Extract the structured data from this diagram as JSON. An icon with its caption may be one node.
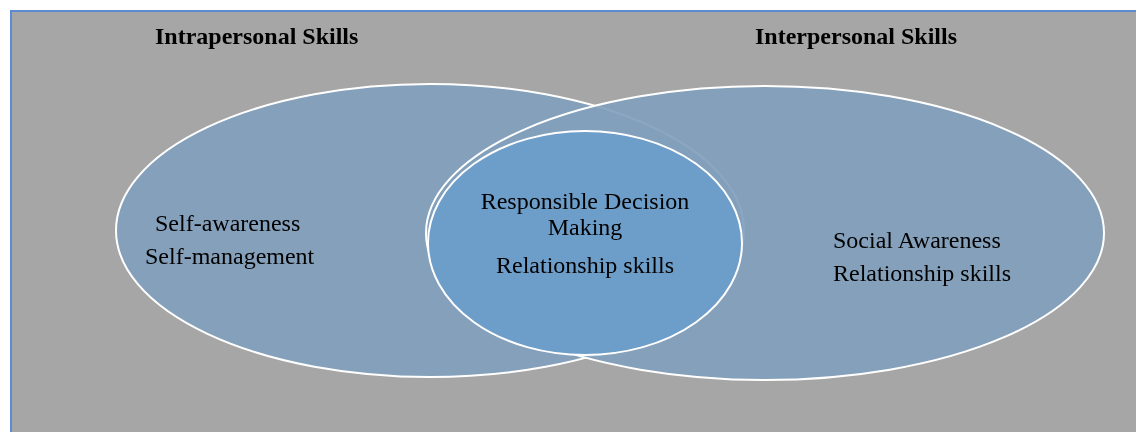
{
  "diagram": {
    "nodes": [
      {
        "text": [
          "Intrapersonal Skills",
          "Self-awareness",
          "Self-management"
        ]
      },
      {
        "text": [
          "Interpersonal Skills",
          "Social Awareness",
          "Relationship skills"
        ]
      },
      {
        "text": [
          "Responsible Decision Making",
          "Relationship skills"
        ]
      }
    ],
    "edges": []
  }
}
